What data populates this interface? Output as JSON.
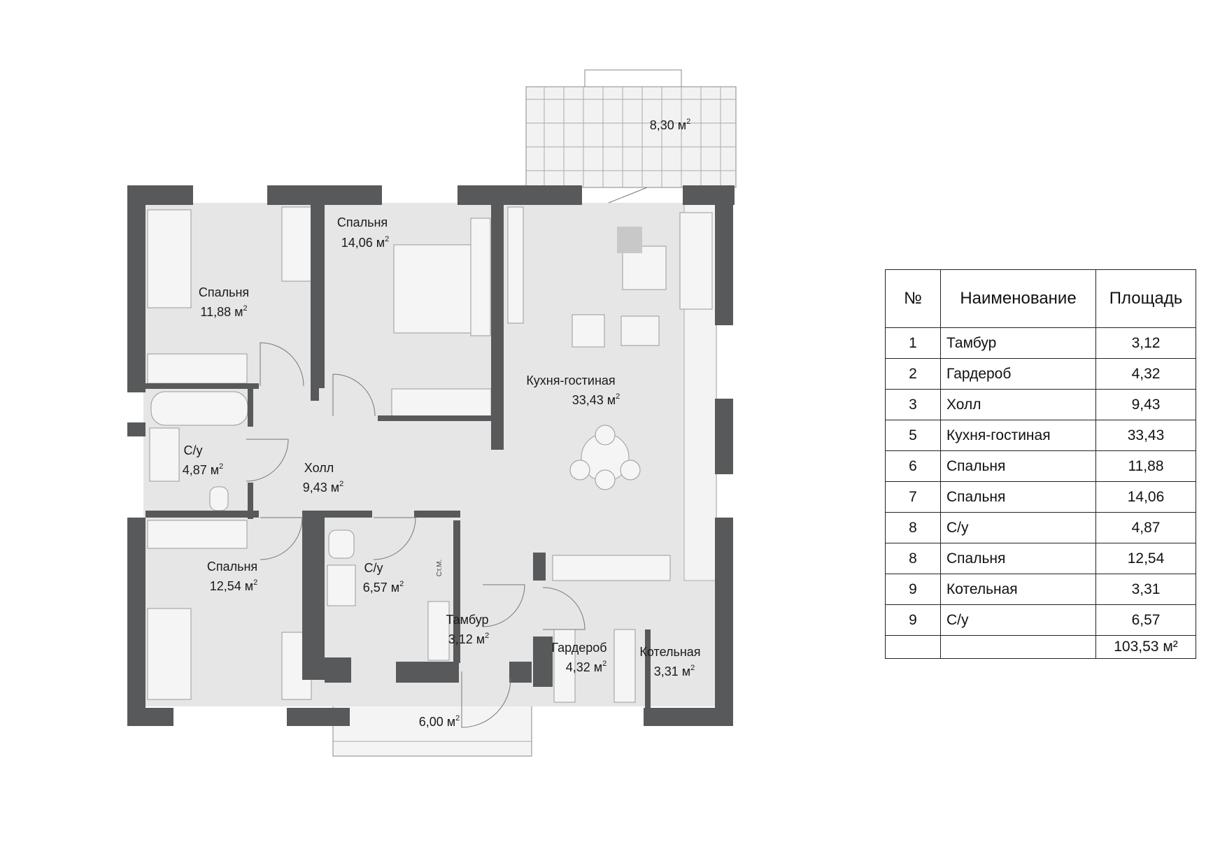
{
  "rooms": {
    "bedroom_tl": {
      "name": "Спальня",
      "area": "11,88 м"
    },
    "bedroom_tc": {
      "name": "Спальня",
      "area": "14,06 м"
    },
    "kitchen": {
      "name": "Кухня-гостиная",
      "area": "33,43 м"
    },
    "bath_l": {
      "name": "С/у",
      "area": "4,87 м"
    },
    "hall": {
      "name": "Холл",
      "area": "9,43 м"
    },
    "bedroom_bl": {
      "name": "Спальня",
      "area": "12,54 м"
    },
    "bath_c": {
      "name": "С/у",
      "area": "6,57 м"
    },
    "vestibule": {
      "name": "Тамбур",
      "area": "3,12 м"
    },
    "wardrobe": {
      "name": "Гардероб",
      "area": "4,32 м"
    },
    "boiler": {
      "name": "Котельная",
      "area": "3,31 м"
    },
    "terrace_top": {
      "area": "8,30 м"
    },
    "porch_bottom": {
      "area": "6,00 м"
    },
    "shower_tag": "Ст.М.",
    "sup": "2"
  },
  "table": {
    "headers": {
      "num": "№",
      "name": "Наименование",
      "area": "Площадь"
    },
    "rows": [
      {
        "num": "1",
        "name": "Тамбур",
        "area": "3,12"
      },
      {
        "num": "2",
        "name": "Гардероб",
        "area": "4,32"
      },
      {
        "num": "3",
        "name": "Холл",
        "area": "9,43"
      },
      {
        "num": "5",
        "name": "Кухня-гостиная",
        "area": "33,43"
      },
      {
        "num": "6",
        "name": "Спальня",
        "area": "11,88"
      },
      {
        "num": "7",
        "name": "Спальня",
        "area": "14,06"
      },
      {
        "num": "8",
        "name": "С/у",
        "area": "4,87"
      },
      {
        "num": "8",
        "name": "Спальня",
        "area": "12,54"
      },
      {
        "num": "9",
        "name": "Котельная",
        "area": "3,31"
      },
      {
        "num": "9",
        "name": "С/у",
        "area": "6,57"
      }
    ],
    "total": "103,53 м²"
  },
  "colors": {
    "wall": "#58595b",
    "floor": "#e6e6e6",
    "outline": "#9a9a9a"
  }
}
